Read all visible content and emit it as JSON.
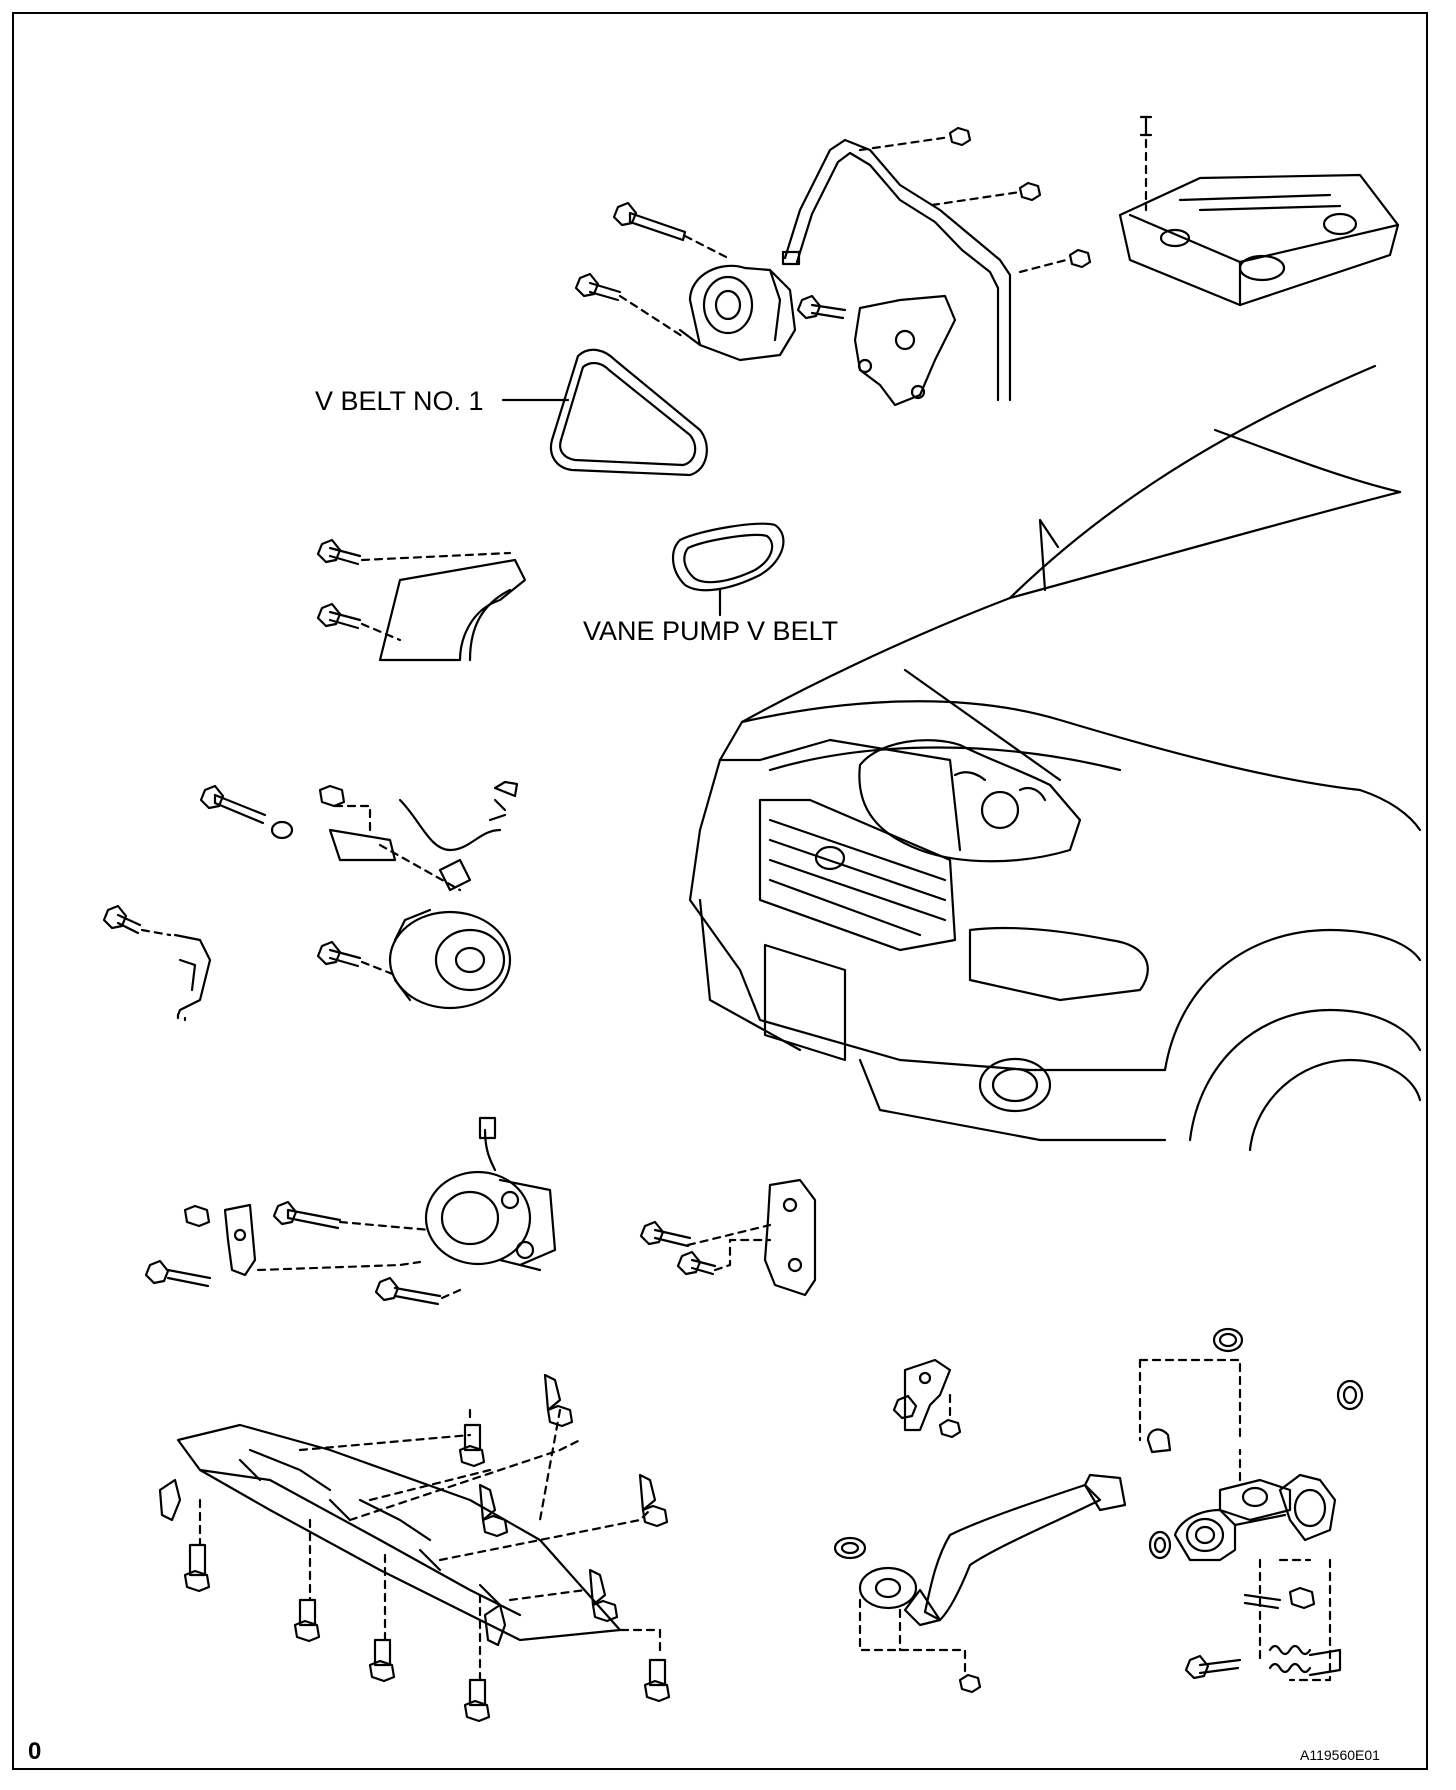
{
  "labels": {
    "v_belt_no1": "V BELT NO. 1",
    "vane_pump_v_belt": "VANE PUMP V BELT"
  },
  "footer": {
    "left_mark": "0",
    "figure_code": "A119560E01"
  },
  "style": {
    "line_color": "#000000",
    "background": "#ffffff"
  }
}
